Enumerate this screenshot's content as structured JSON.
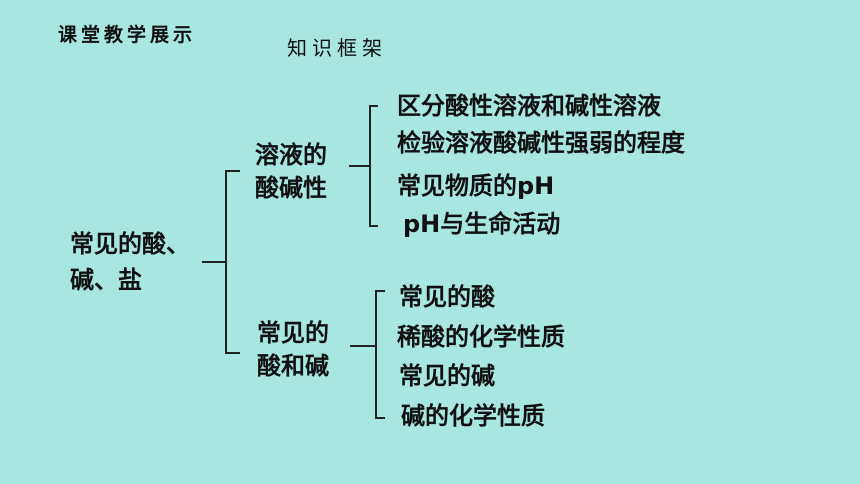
{
  "header": {
    "section_title": "课堂教学展示",
    "subtitle": "知识框架"
  },
  "tree": {
    "root": {
      "line1": "常见的酸、",
      "line2": "碱、盐"
    },
    "branches": [
      {
        "line1": "溶液的",
        "line2": "酸碱性",
        "leaves": [
          "区分酸性溶液和碱性溶液",
          "检验溶液酸碱性强弱的程度",
          "常见物质的pH",
          "pH与生命活动"
        ]
      },
      {
        "line1": "常见的",
        "line2": "酸和碱",
        "leaves": [
          "常见的酸",
          "稀酸的化学性质",
          "常见的碱",
          "碱的化学性质"
        ]
      }
    ]
  }
}
